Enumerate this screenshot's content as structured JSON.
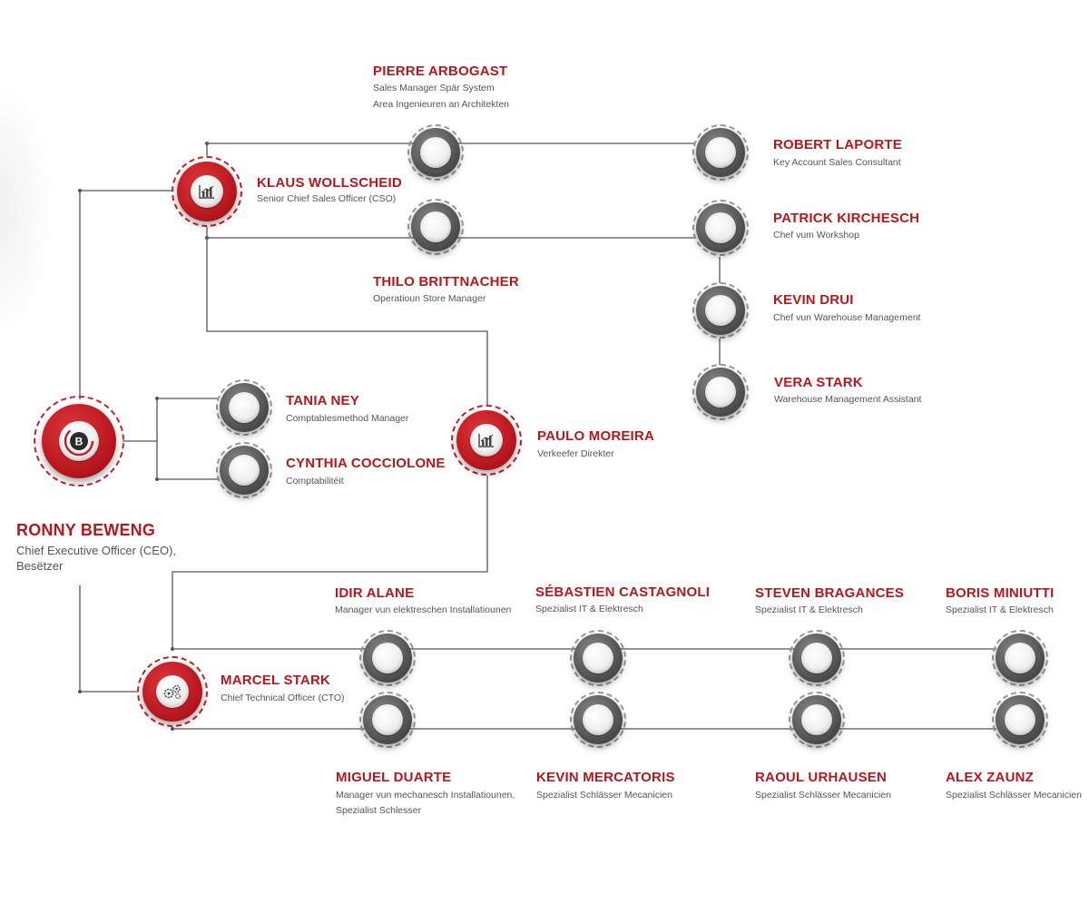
{
  "colors": {
    "accent_red": "#b3181f",
    "node_grey": "#555555",
    "line": "#555555",
    "text_grey": "#555555"
  },
  "ceo": {
    "name": "RONNY BEWENG",
    "role_line1": "Chief Executive Officer (CEO),",
    "role_line2": "Besëtzer",
    "icon": "b-logo-icon",
    "logo_letter": "B"
  },
  "direct_reports": {
    "tania": {
      "name": "TANIA NEY",
      "role": "Comptablesmethod Manager"
    },
    "cynthia": {
      "name": "CYNTHIA COCCIOLONE",
      "role": "Comptabilitéit"
    }
  },
  "cso": {
    "name": "KLAUS WOLLSCHEID",
    "role": "Senior Chief Sales Officer (CSO)",
    "icon": "bar-chart-icon"
  },
  "sales_team": {
    "pierre": {
      "name": "PIERRE ARBOGAST",
      "role_line1": "Sales Manager Spär System",
      "role_line2": "Area Ingenieuren an Architekten"
    },
    "robert": {
      "name": "ROBERT LAPORTE",
      "role": "Key Account Sales Consultant"
    },
    "thilo": {
      "name": "THILO BRITTNACHER",
      "role": "Operatioun Store Manager"
    },
    "patrick": {
      "name": "PATRICK KIRCHESCH",
      "role": "Chef vum Workshop"
    },
    "kevin_d": {
      "name": "KEVIN DRUI",
      "role": "Chef vun Warehouse Management"
    },
    "vera": {
      "name": "VERA STARK",
      "role": "Warehouse Management Assistant"
    }
  },
  "sales_director": {
    "name": "PAULO MOREIRA",
    "role": "Verkeefer Direkter",
    "icon": "bar-chart-icon"
  },
  "cto": {
    "name": "MARCEL STARK",
    "role": "Chief Technical Officer (CTO)",
    "icon": "gears-icon"
  },
  "tech_team": {
    "idir": {
      "name": "IDIR ALANE",
      "role": "Manager vun elektreschen Installatiounen"
    },
    "sebastien": {
      "name": "SÉBASTIEN CASTAGNOLI",
      "role": "Spezialist IT & Elektresch"
    },
    "steven": {
      "name": "STEVEN BRAGANCES",
      "role": "Spezialist IT & Elektresch"
    },
    "boris": {
      "name": "BORIS MINIUTTI",
      "role": "Spezialist IT & Elektresch"
    },
    "miguel": {
      "name": "MIGUEL DUARTE",
      "role_line1": "Manager vun mechanesch Installatiounen,",
      "role_line2": "Spezialist Schlesser"
    },
    "kevin_m": {
      "name": "KEVIN MERCATORIS",
      "role": "Spezialist Schlässer Mecanicien"
    },
    "raoul": {
      "name": "RAOUL URHAUSEN",
      "role": "Spezialist Schlässer Mecanicien"
    },
    "alex": {
      "name": "ALEX ZAUNZ",
      "role": "Spezialist Schlässer Mecanicien"
    }
  }
}
